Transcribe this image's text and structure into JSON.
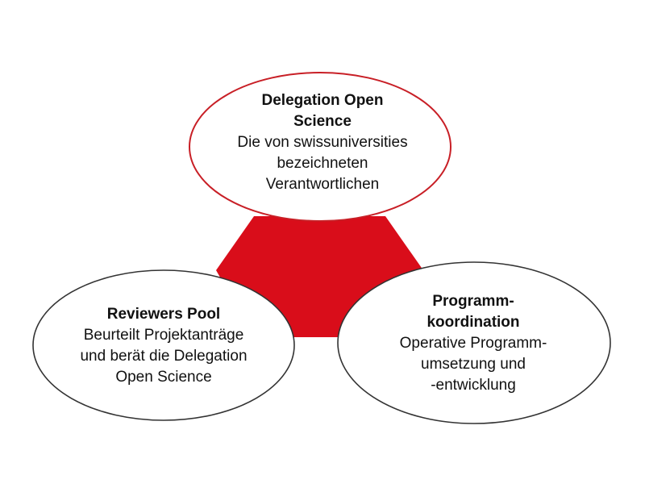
{
  "colors": {
    "accent": "#d90d1a",
    "ellipse_fill": "#ffffff",
    "ellipse_stroke": "#333333",
    "text": "#111111"
  },
  "nodes": {
    "delegation": {
      "title": "Delegation Open\nScience",
      "description": "Die von swissuniversities\nbezeichneten\nVerantwortlichen"
    },
    "reviewers": {
      "title": "Reviewers Pool",
      "description": "Beurteilt Projektanträge\nund berät die Delegation\nOpen Science"
    },
    "program": {
      "title": "Programm-\nkoordination",
      "description": "Operative Programm-\numsetzung und\n-entwicklung"
    }
  }
}
